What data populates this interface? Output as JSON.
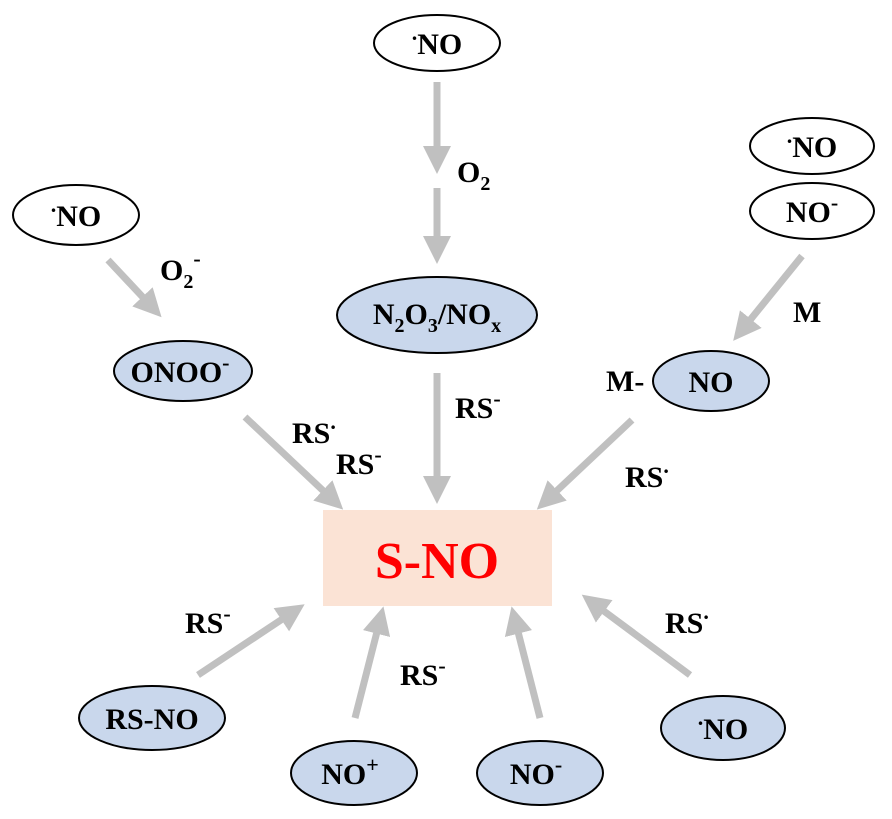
{
  "center": {
    "text": "S-NO"
  },
  "nodes": {
    "top_no": {
      "sup": ".",
      "text": "NO"
    },
    "left_no": {
      "sup": ".",
      "text": "NO"
    },
    "right_no": {
      "sup": ".",
      "text": "NO"
    },
    "right_no_minus": {
      "text": "NO",
      "sup": "-"
    },
    "n2o3": {
      "a": "N",
      "s1": "2",
      "b": "O",
      "s2": "3",
      "c": "/NO",
      "s3": "x"
    },
    "onoo": {
      "text": "ONOO",
      "sup": "-"
    },
    "m_no": {
      "prefix": "M-",
      "text": "NO"
    },
    "rs_no": {
      "text": "RS-NO"
    },
    "no_plus": {
      "text": "NO",
      "sup": "+"
    },
    "no_minus_bottom": {
      "text": "NO",
      "sup": "-"
    },
    "no_radical_bottom": {
      "sup": ".",
      "text": "NO"
    }
  },
  "reagents": {
    "o2": {
      "text": "O",
      "sub": "2"
    },
    "o2_minus": {
      "text": "O",
      "sub": "2",
      "sup": "-"
    },
    "m": {
      "text": "M"
    },
    "rs_center": {
      "text": "RS",
      "sup": "-"
    },
    "rs_onoo_1": {
      "text": "RS",
      "sup": "."
    },
    "rs_onoo_2": {
      "text": "RS",
      "sup": "-"
    },
    "rs_mno": {
      "text": "RS",
      "sup": "."
    },
    "rs_rsno": {
      "text": "RS",
      "sup": "-"
    },
    "rs_noplus": {
      "text": "RS",
      "sup": "-"
    },
    "rs_no_bottom": {
      "text": "RS",
      "sup": "."
    }
  },
  "colors": {
    "arrow": "#c0c0c0",
    "node_blue": "#c9d7ec",
    "center_box": "#fbe3d5",
    "center_text": "#ff0000"
  }
}
